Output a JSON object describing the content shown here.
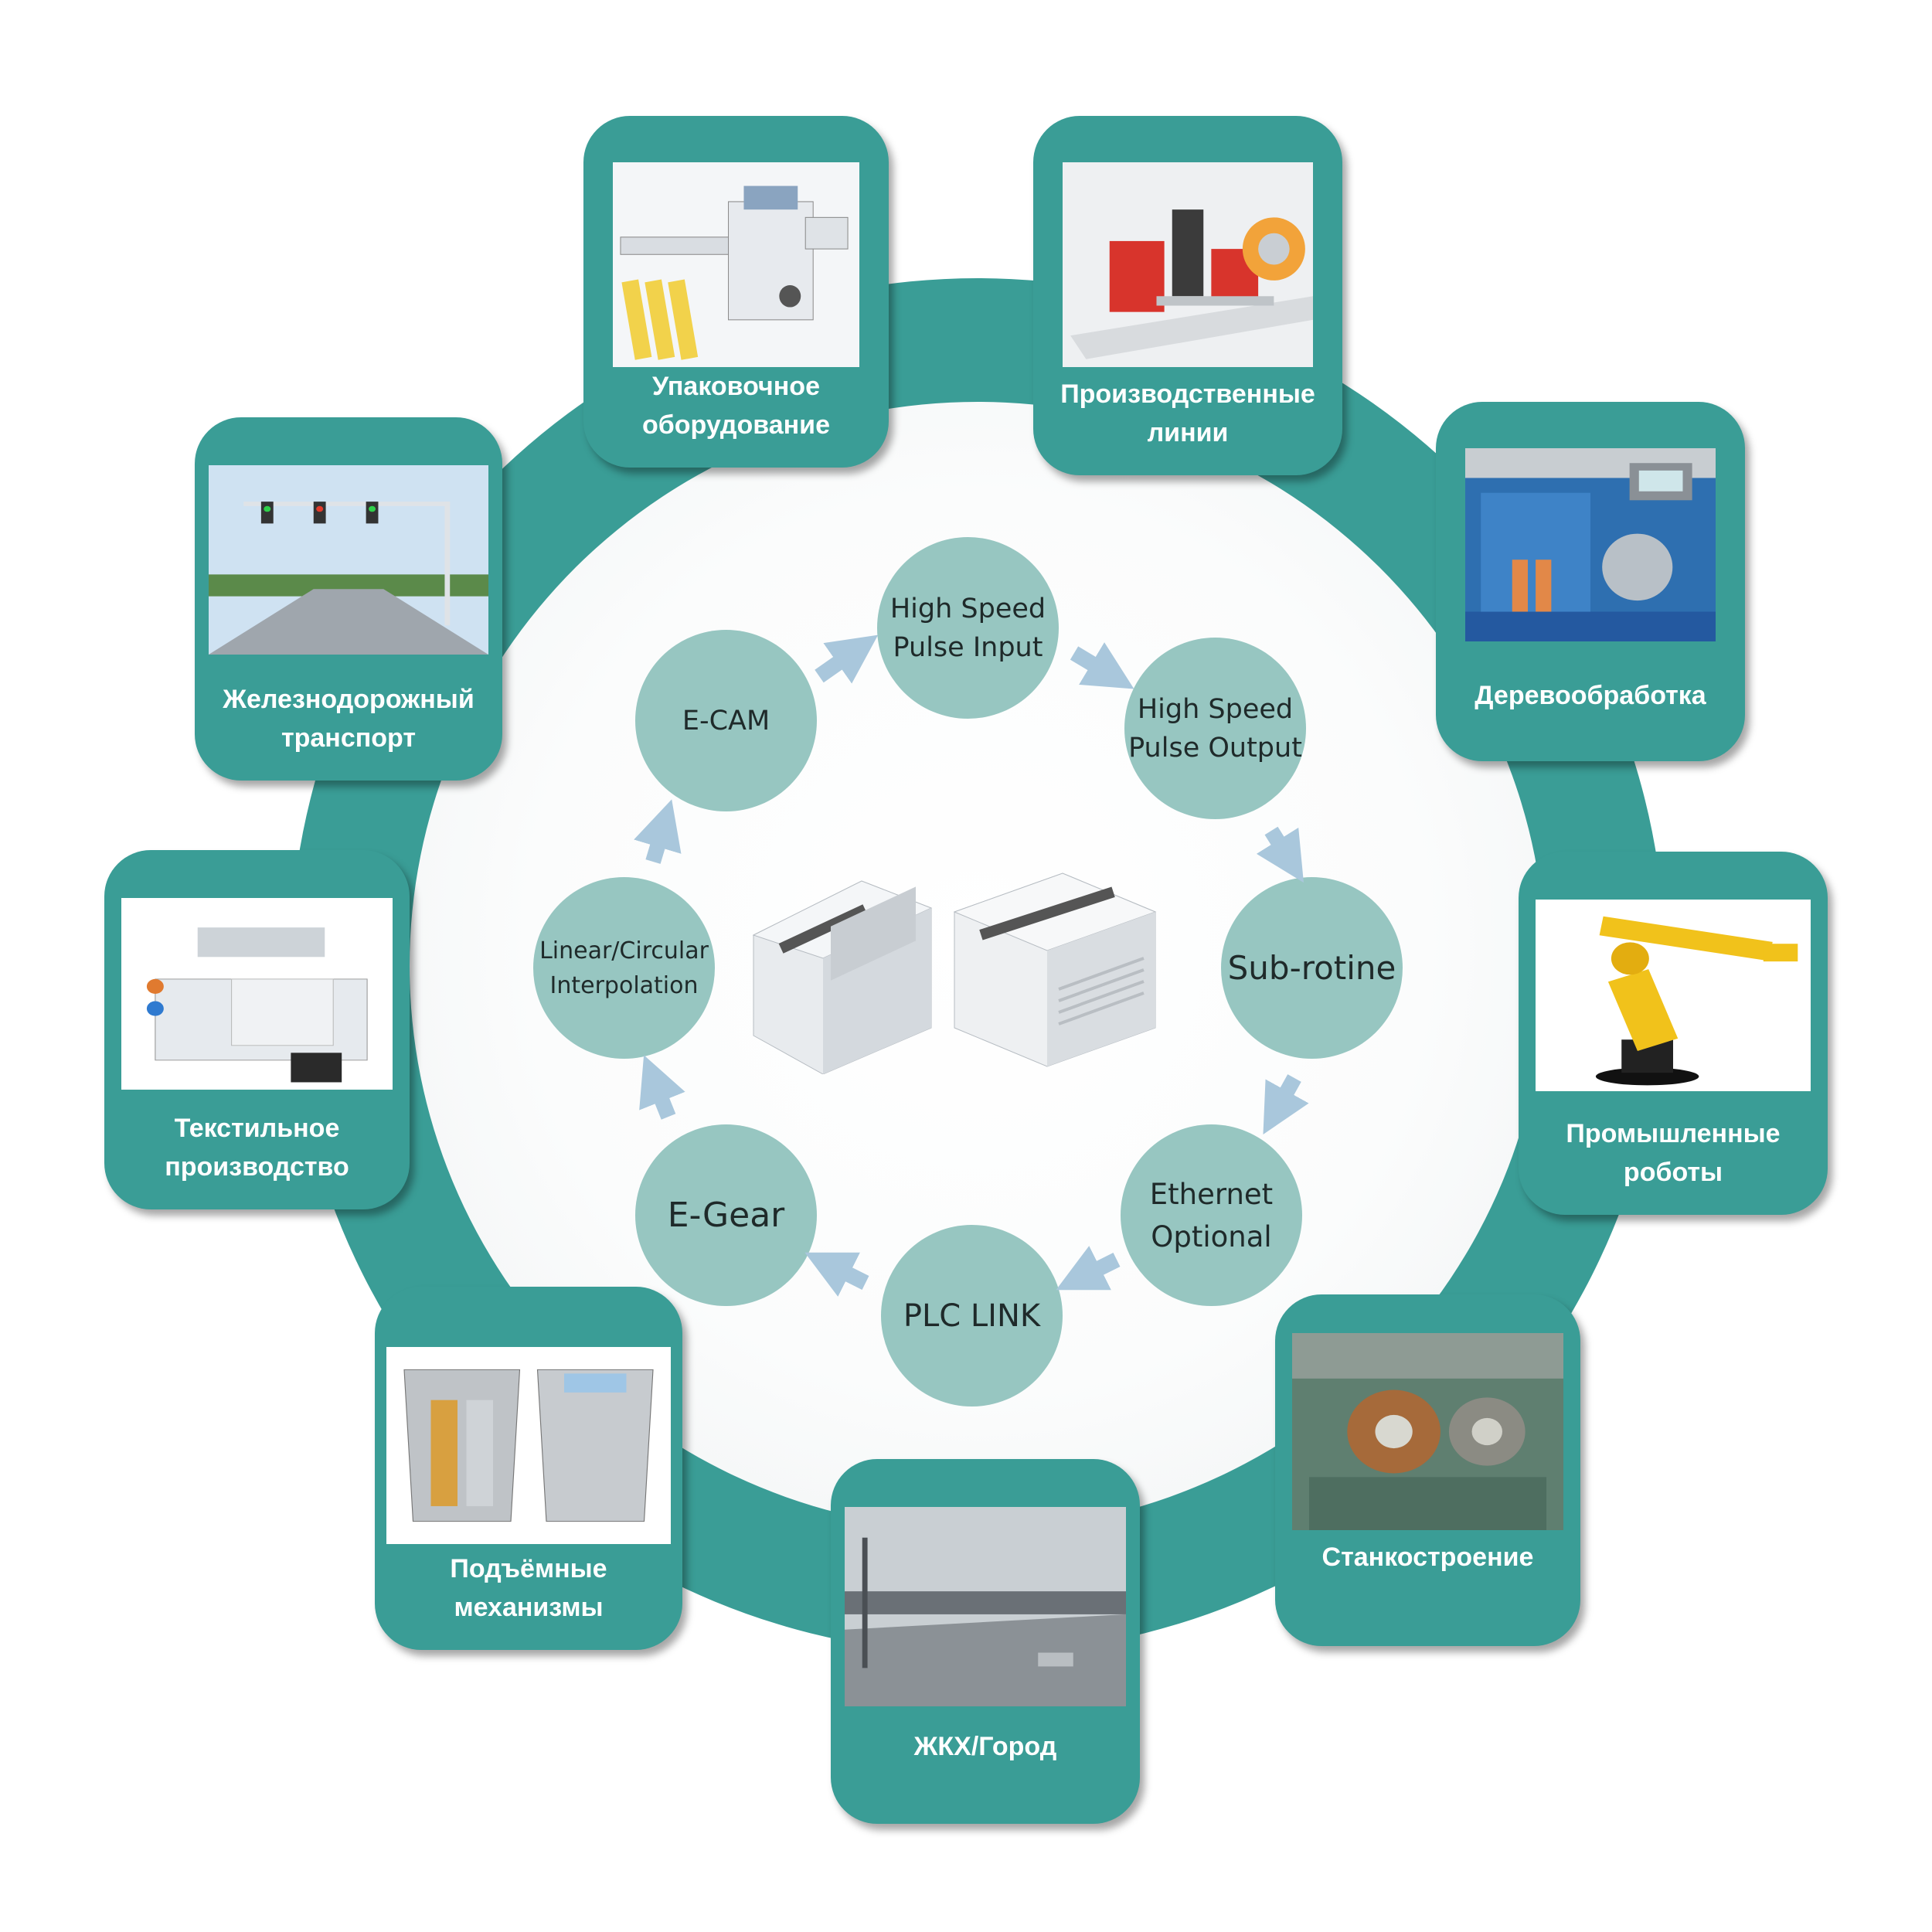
{
  "applications": [
    {
      "key": "packaging",
      "label": "Упаковочное\nоборудование"
    },
    {
      "key": "production_lines",
      "label": "Производственные\nлинии"
    },
    {
      "key": "woodworking",
      "label": "Деревообработка"
    },
    {
      "key": "robots",
      "label": "Промышленные\nроботы"
    },
    {
      "key": "machine_tools",
      "label": "Станкостроение"
    },
    {
      "key": "city",
      "label": "ЖКХ/Город"
    },
    {
      "key": "lifting",
      "label": "Подъёмные\nмеханизмы"
    },
    {
      "key": "textile",
      "label": "Текстильное\nпроизводство"
    },
    {
      "key": "railway",
      "label": "Железнодорожный\nтранспорт"
    }
  ],
  "features": [
    {
      "key": "hs_input",
      "label": "High Speed\nPulse Input"
    },
    {
      "key": "hs_output",
      "label": "High Speed\nPulse Output"
    },
    {
      "key": "subrotine",
      "label": "Sub-rotine"
    },
    {
      "key": "ethernet",
      "label": "Ethernet\nOptional"
    },
    {
      "key": "plc_link",
      "label": "PLC LINK"
    },
    {
      "key": "egear",
      "label": "E-Gear"
    },
    {
      "key": "interp",
      "label": "Linear/Circular\nInterpolation"
    },
    {
      "key": "ecam",
      "label": "E-CAM"
    }
  ],
  "colors": {
    "teal": "#3a9d96",
    "bubble": "#97c6c1",
    "arrow": "#a9c7dc"
  },
  "center_image": "plc-controller-units"
}
